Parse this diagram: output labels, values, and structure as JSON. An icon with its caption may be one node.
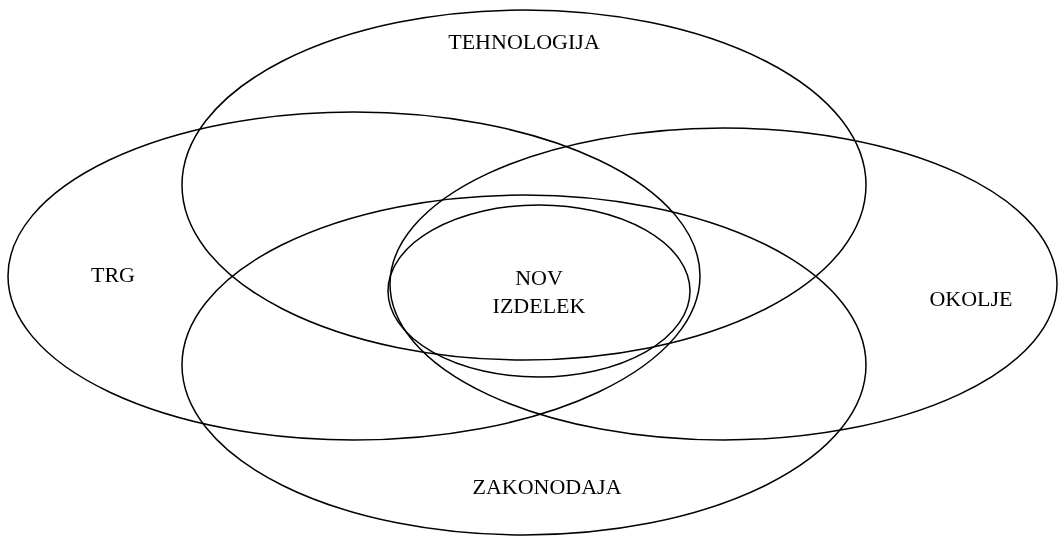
{
  "diagram": {
    "nodes": [
      {
        "text": [
          "TEHNOLOGIJA"
        ]
      },
      {
        "text": [
          "TRG"
        ]
      },
      {
        "text": [
          "NOV IZDELEK"
        ]
      },
      {
        "text": [
          "OKOLJE"
        ]
      },
      {
        "text": [
          "ZAKONODAJA"
        ]
      }
    ]
  }
}
